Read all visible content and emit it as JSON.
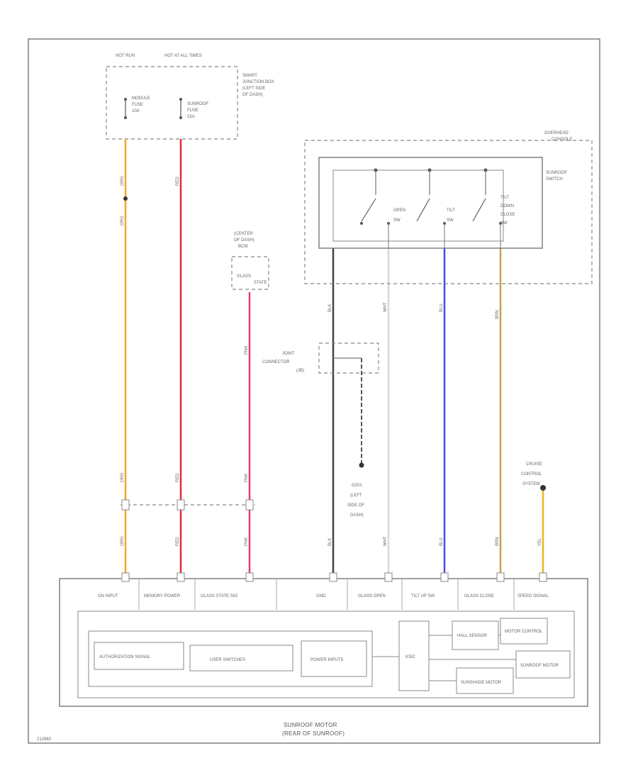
{
  "labels": {
    "hot_run": "HOT RUN",
    "hot_acc": "HOT AT ALL TIMES",
    "smart_junction": [
      "SMART",
      "JUNCTION BOX",
      "(LEFT SIDE",
      "OF DASH)"
    ],
    "module_fuse": [
      "MODULE",
      "FUSE",
      "10A"
    ],
    "sunroof_fuse": [
      "SUNROOF",
      "FUSE",
      "15A"
    ],
    "overhead_console": [
      "OVERHEAD",
      "CONSOLE"
    ],
    "sunroof_switch": [
      "SUNROOF",
      "SWITCH"
    ],
    "open_sw": [
      "OPEN",
      "SW"
    ],
    "tilt_sw": [
      "TILT",
      "SW"
    ],
    "tilt_close_sw": [
      "TILT",
      "DOWN",
      "CLOSE",
      "SW"
    ],
    "center_dash": [
      "(CENTER",
      "OF DASH)",
      "BCM"
    ],
    "glass_state": [
      "GLASS",
      "STATE"
    ],
    "joint_connector": [
      "JOINT",
      "CONNECTOR",
      "(JB)"
    ],
    "ground": [
      "G201",
      "(LEFT",
      "SIDE OF",
      "DASH)"
    ],
    "cruise_control": [
      "CRUISE",
      "CONTROL",
      "SYSTEM"
    ],
    "pins": [
      "ON INPUT",
      "MEMORY POWER",
      "GLASS STATE SIG",
      "GND",
      "GLASS OPEN",
      "TILT UP SW",
      "GLASS CLOSE",
      "SPEED SIGNAL"
    ],
    "authorization": "AUTHORIZATION SIGNAL",
    "user_switches": "USER SWITCHES",
    "power_inputs": "POWER INPUTS",
    "ksic": "KSIC",
    "hall_sensor": "HALL SENSOR",
    "motor_control": "MOTOR CONTROL",
    "sunroof_motor_inner": "SUNROOF MOTOR",
    "sunshade_motor": "SUNSHADE MOTOR",
    "caption": [
      "SUNROOF MOTOR",
      "(REAR OF SUNROOF)"
    ],
    "figure_id": "212983"
  },
  "wire_labels": {
    "w1": "ORG",
    "w2": "RED",
    "w3": "PNK",
    "w4": "BLK",
    "w5": "WHT",
    "w6": "BLU",
    "w7": "BRN",
    "w8": "YEL"
  },
  "colors": {
    "orange": "#f5a623",
    "red": "#e8293a",
    "pink": "#e23c78",
    "black": "#444444",
    "white": "#d8d8d8",
    "blue": "#4a4ae8",
    "tan": "#c8a050",
    "yellow": "#e8b820"
  }
}
